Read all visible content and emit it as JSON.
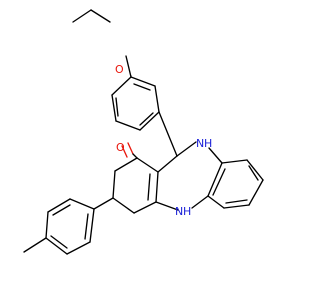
{
  "molecule": {
    "atoms": {
      "O_ether": {
        "symbol": "O",
        "color": "#e8160c"
      },
      "O_ketone": {
        "symbol": "O",
        "color": "#e8160c"
      },
      "NH_top": {
        "symbol": "N",
        "h": "H",
        "color": "#1c22d8"
      },
      "NH_bottom": {
        "symbol": "N",
        "h": "H",
        "color": "#1c22d8"
      }
    },
    "bond_color": "#000000"
  }
}
